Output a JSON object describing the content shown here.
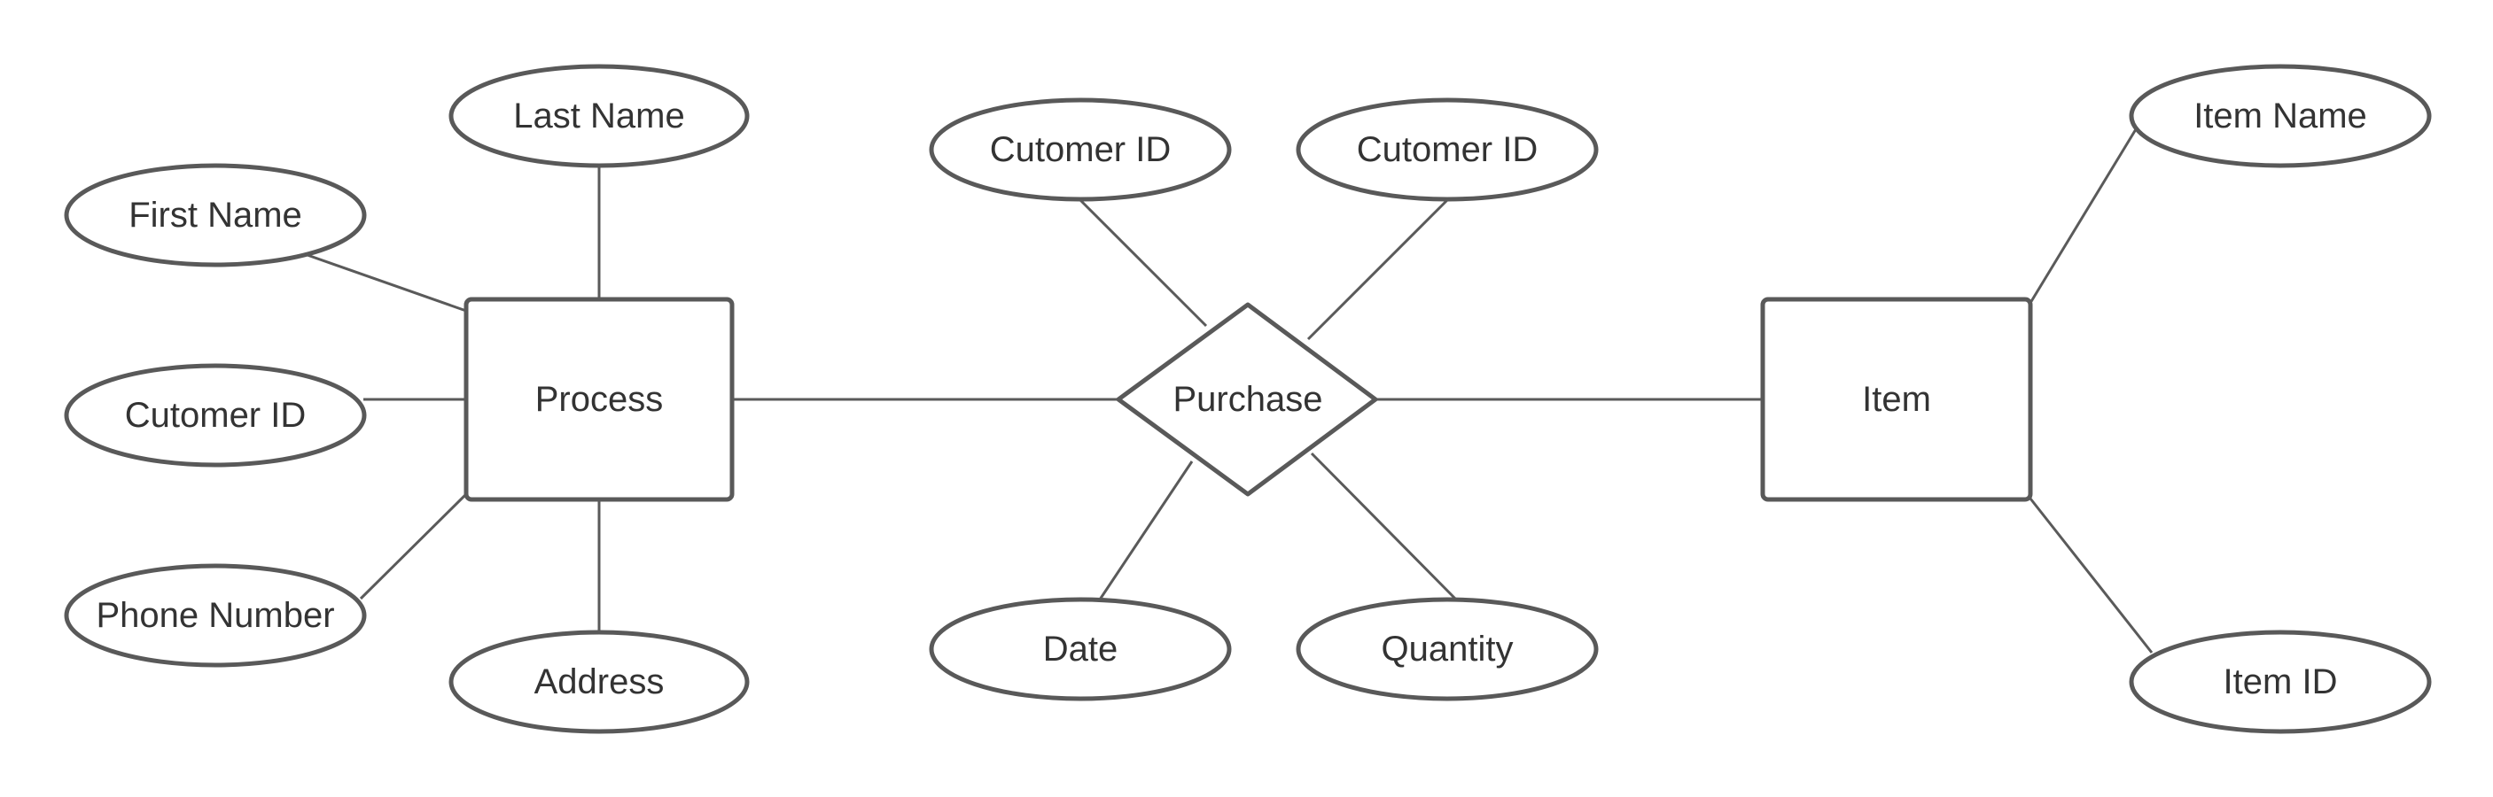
{
  "diagram": {
    "stroke_color": "#595959",
    "text_color": "#333333",
    "background": "#ffffff",
    "entities": {
      "process": "Process",
      "item": "Item"
    },
    "relationship": {
      "purchase": "Purchase"
    },
    "attributes": {
      "last_name": "Last Name",
      "first_name": "First Name",
      "process_customer_id": "Cutomer ID",
      "phone_number": "Phone Number",
      "address": "Address",
      "purchase_customer_id_1": "Cutomer ID",
      "purchase_customer_id_2": "Cutomer ID",
      "date": "Date",
      "quantity": "Quantity",
      "item_name": "Item Name",
      "item_id": "Item ID"
    }
  }
}
